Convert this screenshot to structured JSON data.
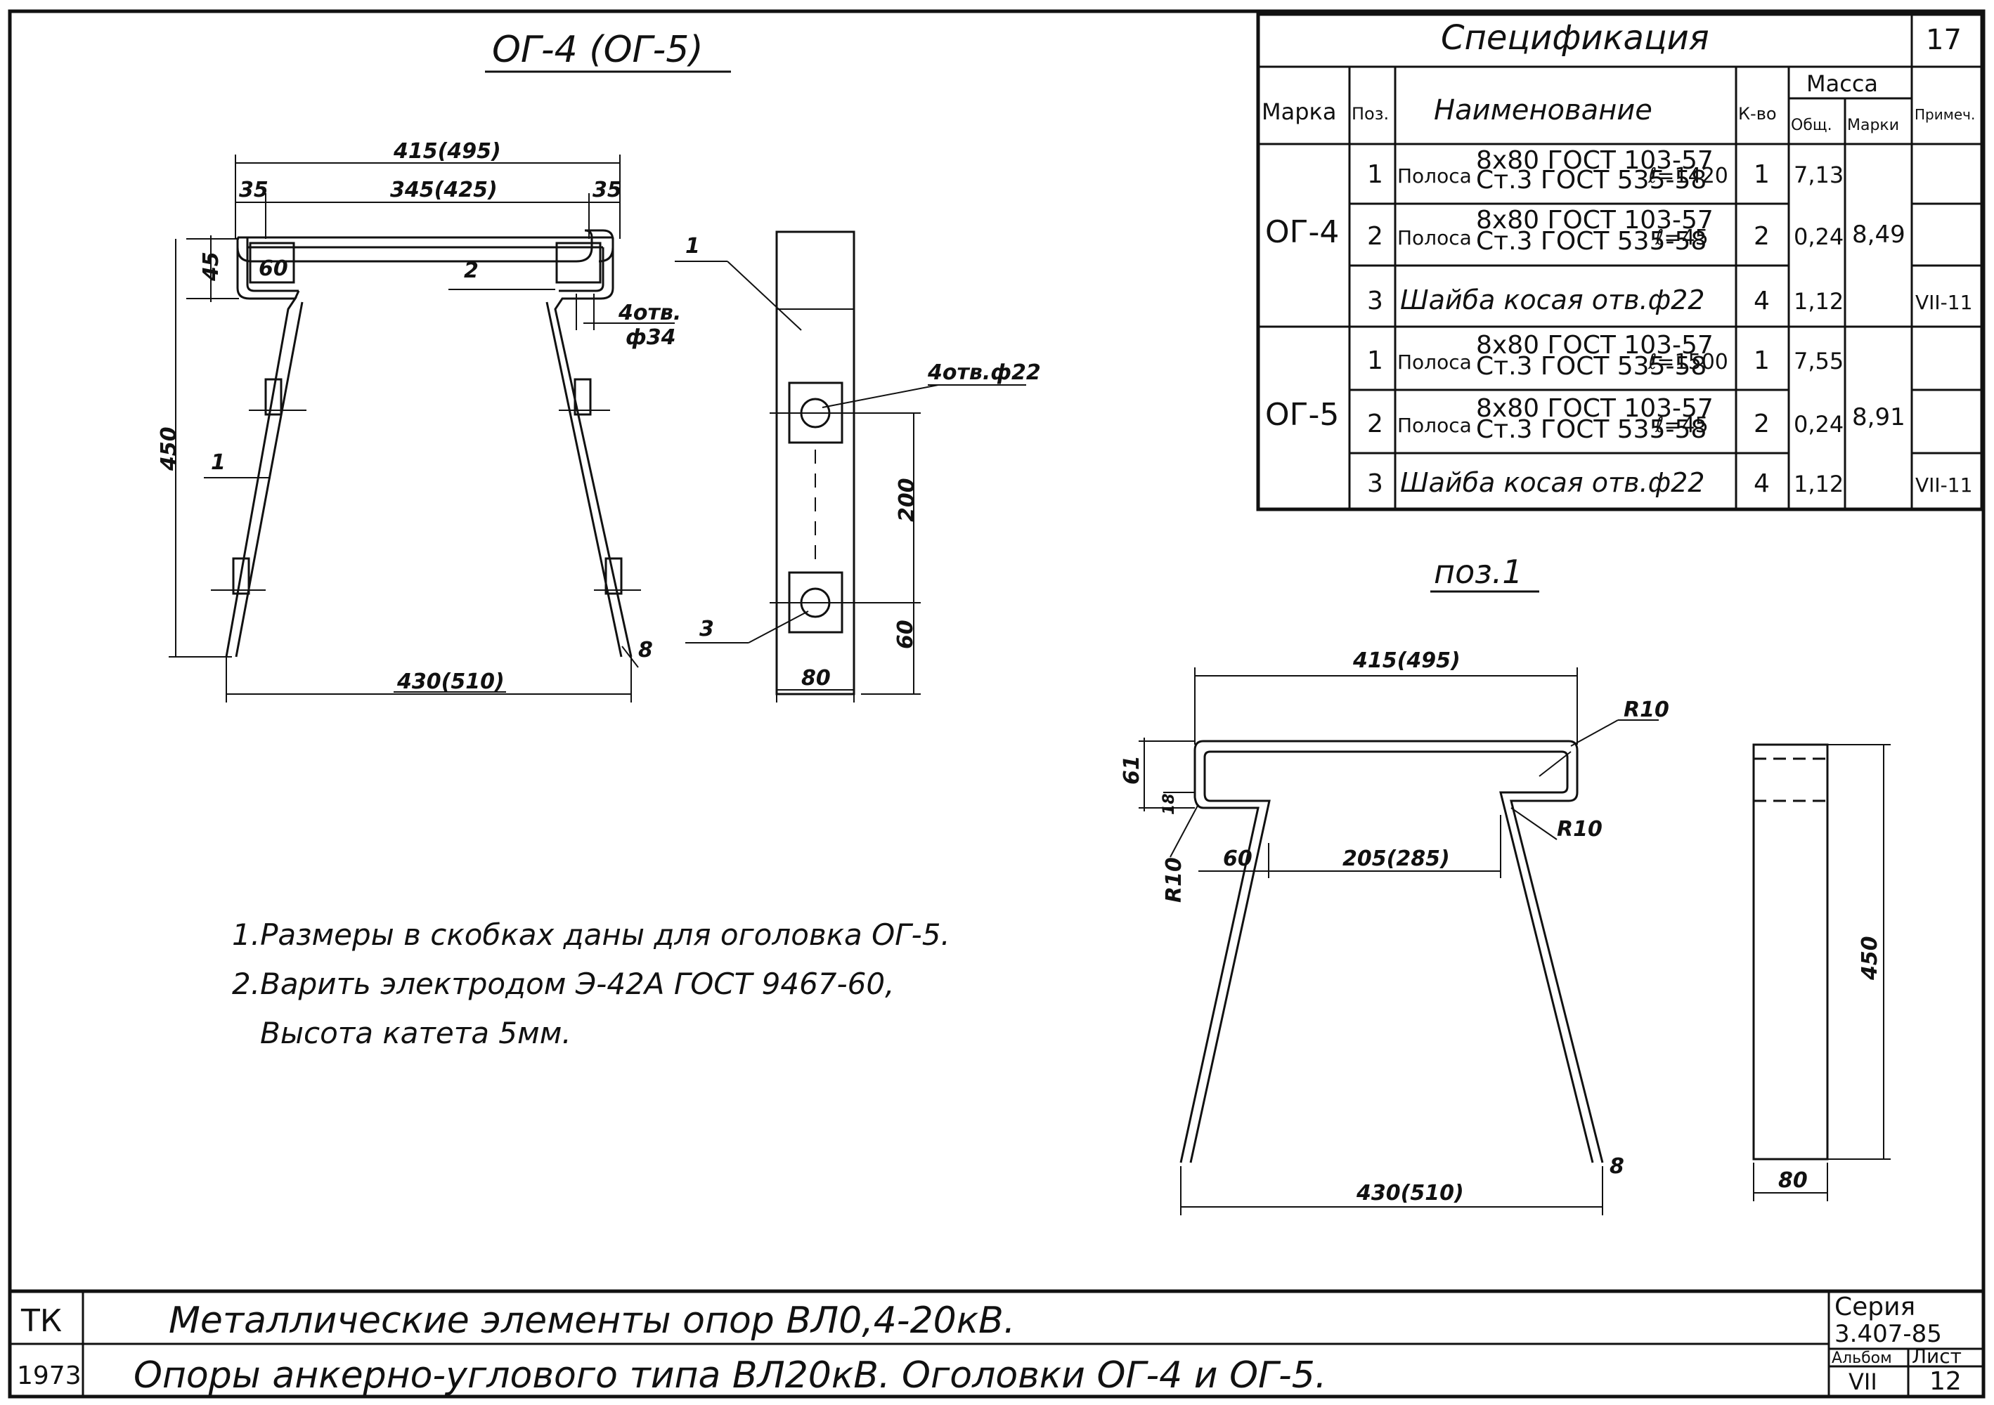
{
  "drawing_titles": {
    "main_view": "ОГ-4 (ОГ-5)",
    "detail_view": "поз.1"
  },
  "main_view_labels": {
    "dim_overall_width": "415(495)",
    "dim_inner_width": "345(425)",
    "dim_left_end": "35",
    "dim_right_end": "35",
    "dim_flange_height": "45",
    "dim_flange_width": "60",
    "dim_height": "450",
    "dim_bottom_width": "430(510)",
    "dim_thickness": "8",
    "hole_label_line1": "4отв.",
    "hole_label_line2": "ф34",
    "pos1": "1",
    "pos2": "2",
    "pos1_side": "1",
    "pos3": "3",
    "side_hole_label": "4отв.ф22",
    "side_dim_spacing": "200",
    "side_dim_bottom": "60",
    "side_dim_width": "80"
  },
  "specification": {
    "title": "Спецификация",
    "page_mark": "17",
    "headers": {
      "mark": "Марка",
      "pos": "Поз.",
      "name": "Наименование",
      "qty": "К-во",
      "mass": "Масса",
      "mass_total": "Общ.",
      "mass_mark": "Марки",
      "note": "Примеч."
    },
    "groups": [
      {
        "mark": "ОГ-4",
        "mass_mark": "8,49",
        "rows": [
          {
            "pos": "1",
            "name": "Полоса",
            "spec_top": "8х80 ГОСТ 103-57",
            "spec_bottom": "Ст.3 ГОСТ 535-58",
            "length": "ℓ=1420",
            "qty": "1",
            "mass": "7,13",
            "note": ""
          },
          {
            "pos": "2",
            "name": "Полоса",
            "spec_top": "8х80 ГОСТ 103-57",
            "spec_bottom": "Ст.3 ГОСТ 535-58",
            "length": "ℓ=45",
            "qty": "2",
            "mass": "0,24",
            "note": ""
          },
          {
            "pos": "3",
            "name": "Шайба косая отв.ф22",
            "spec_top": "",
            "spec_bottom": "",
            "length": "",
            "qty": "4",
            "mass": "1,12",
            "note": "VII-11"
          }
        ]
      },
      {
        "mark": "ОГ-5",
        "mass_mark": "8,91",
        "rows": [
          {
            "pos": "1",
            "name": "Полоса",
            "spec_top": "8х80 ГОСТ 103-57",
            "spec_bottom": "Ст.3 ГОСТ 535-58",
            "length": "ℓ=1500",
            "qty": "1",
            "mass": "7,55",
            "note": ""
          },
          {
            "pos": "2",
            "name": "Полоса",
            "spec_top": "8х80 ГОСТ 103-57",
            "spec_bottom": "Ст.3 ГОСТ 535-58",
            "length": "ℓ=45",
            "qty": "2",
            "mass": "0,24",
            "note": ""
          },
          {
            "pos": "3",
            "name": "Шайба косая отв.ф22",
            "spec_top": "",
            "spec_bottom": "",
            "length": "",
            "qty": "4",
            "mass": "1,12",
            "note": "VII-11"
          }
        ]
      }
    ]
  },
  "detail_labels": {
    "dim_top_width": "415(495)",
    "radius_top": "R10",
    "radius_right": "R10",
    "radius_left": "R10",
    "dim_61": "61",
    "dim_18": "18",
    "dim_60": "60",
    "dim_mid": "205(285)",
    "dim_height": "450",
    "dim_bottom": "430(510)",
    "dim_thickness": "8",
    "dim_side_width": "80"
  },
  "notes": [
    "1.Размеры в скобках даны для оголовка ОГ-5.",
    "2.Варить электродом Э-42А ГОСТ 9467-60,",
    "Высота катета 5мм."
  ],
  "title_block": {
    "org": "ТК",
    "year": "1973",
    "line1": "Металлические элементы опор ВЛ0,4-20кВ.",
    "line2": "Опоры анкерно-углового типа ВЛ20кВ. Оголовки ОГ-4 и ОГ-5.",
    "series_label": "Серия",
    "series_value": "3.407-85",
    "album_label": "Альбом",
    "album_value": "VII",
    "sheet_label": "Лист",
    "sheet_value": "12"
  }
}
